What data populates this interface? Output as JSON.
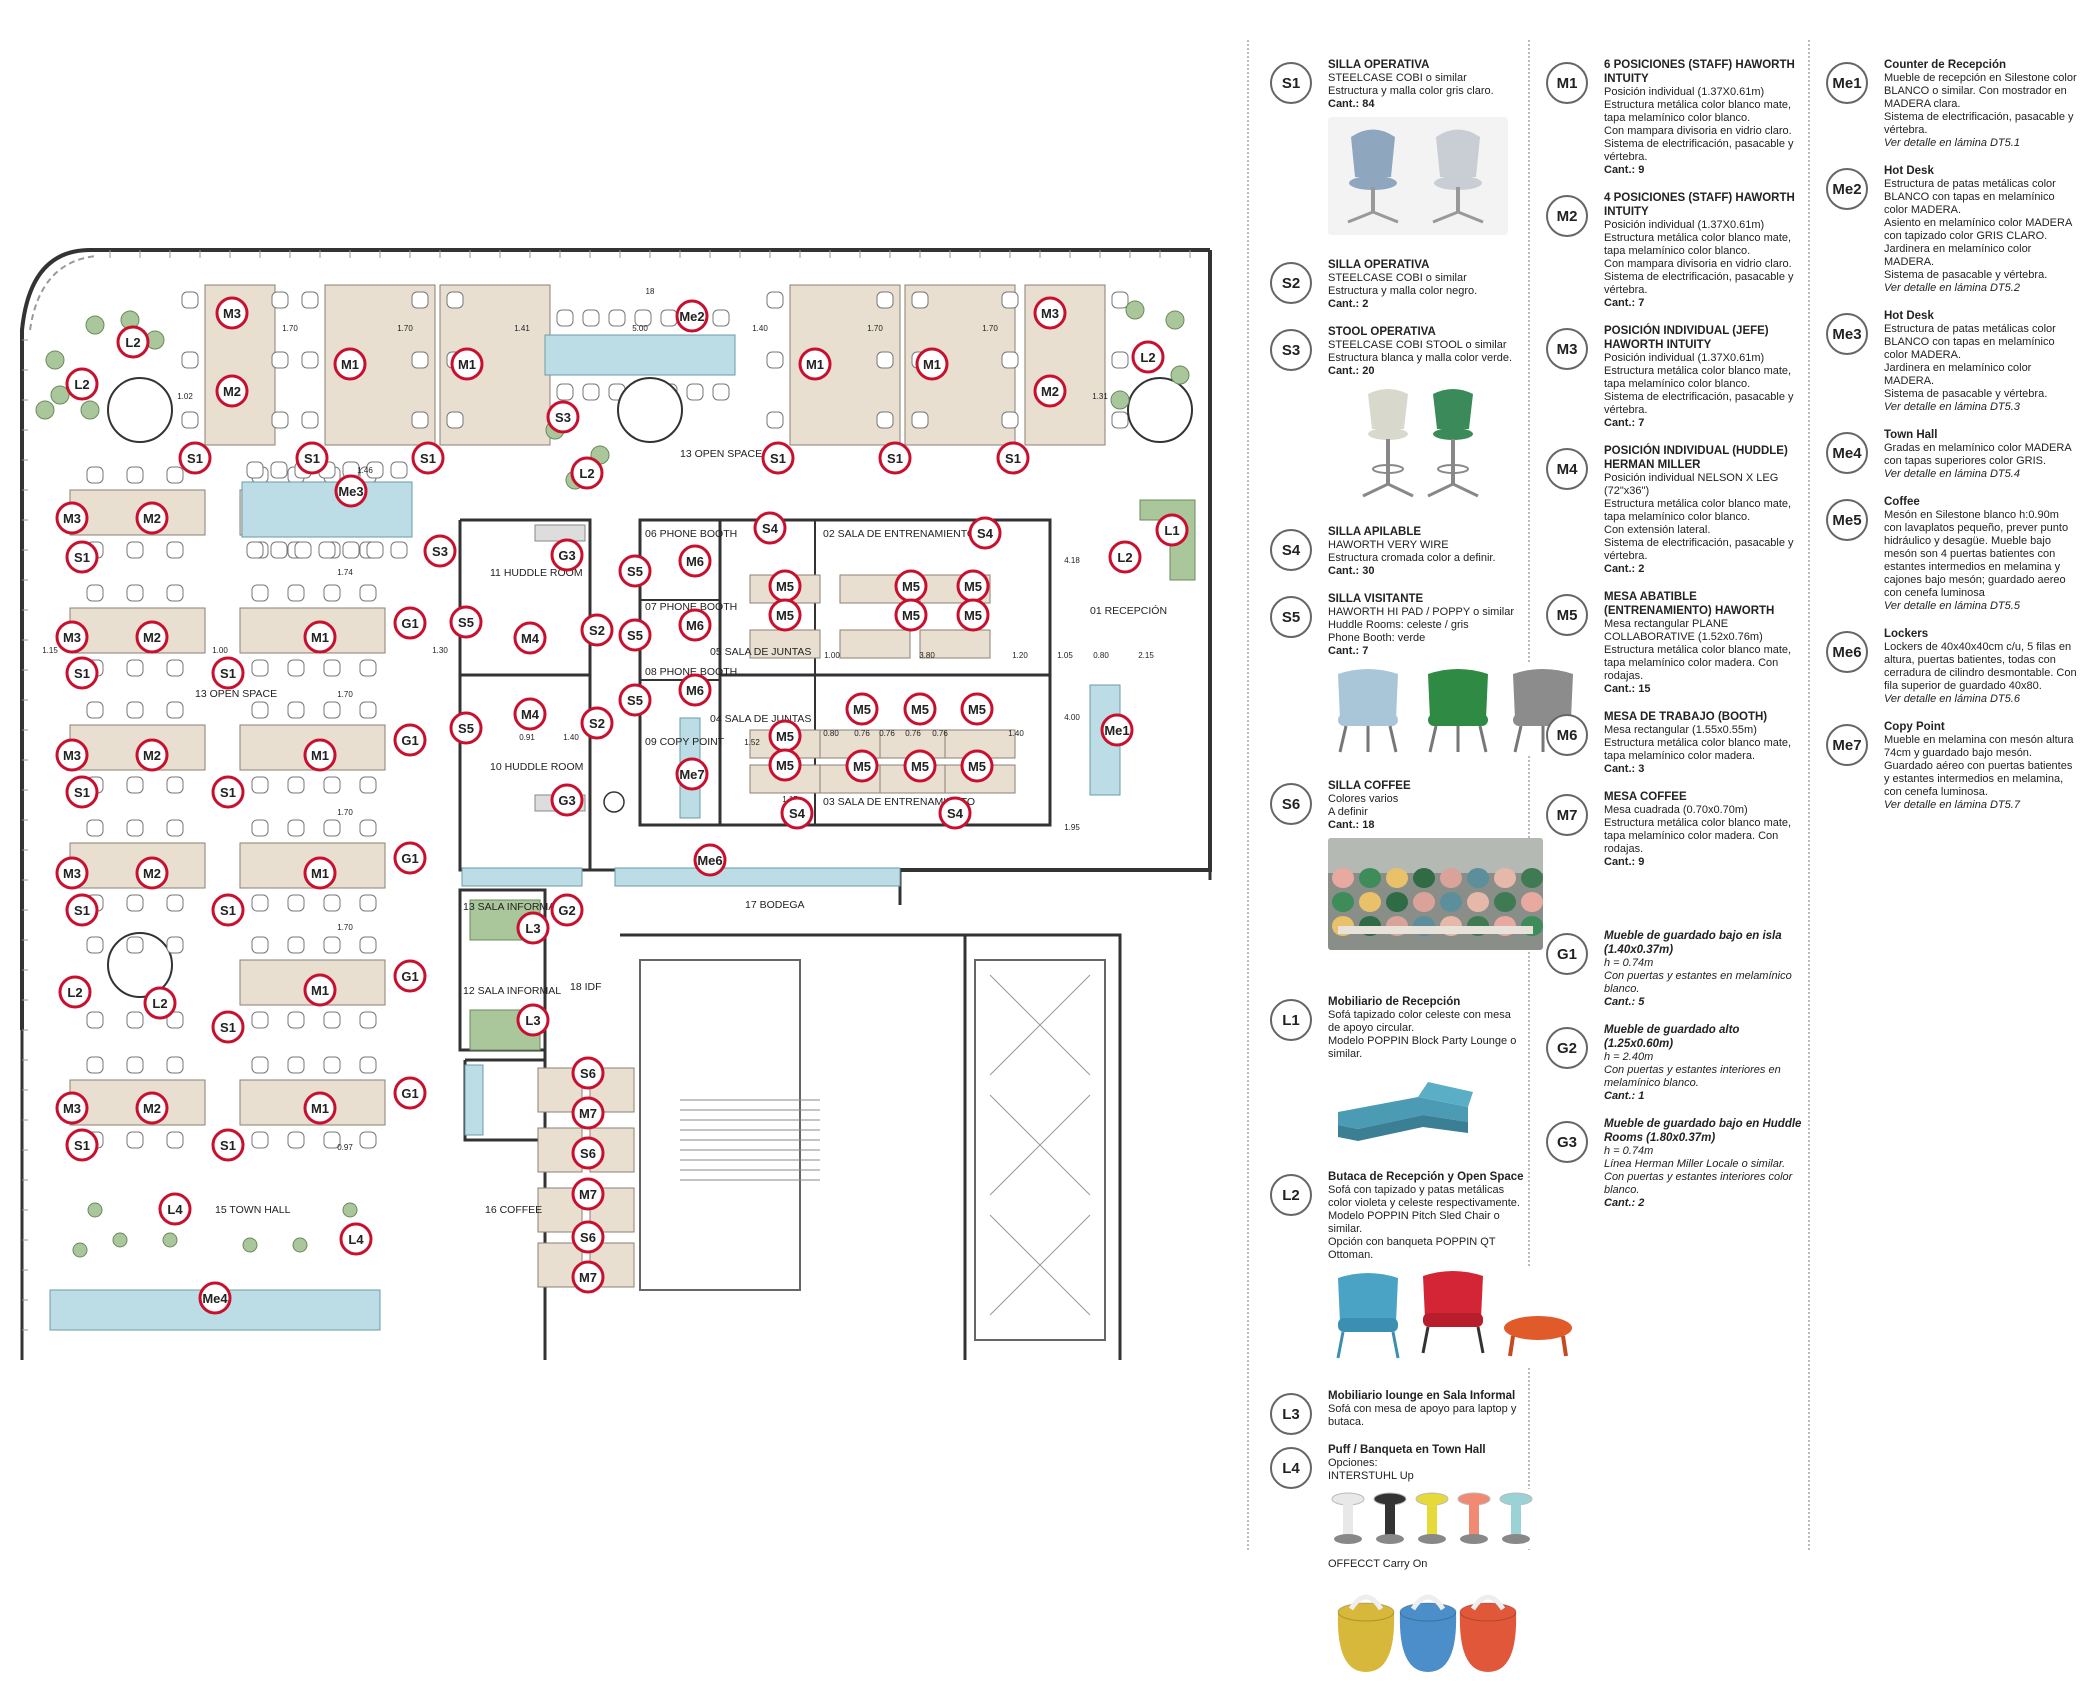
{
  "rooms": [
    {
      "id": "r13a",
      "label": "13 OPEN SPACE"
    },
    {
      "id": "r13b",
      "label": "13 OPEN SPACE"
    },
    {
      "id": "r11",
      "label": "11 HUDDLE ROOM"
    },
    {
      "id": "r10",
      "label": "10 HUDDLE ROOM"
    },
    {
      "id": "r06",
      "label": "06 PHONE BOOTH"
    },
    {
      "id": "r07",
      "label": "07 PHONE BOOTH"
    },
    {
      "id": "r08",
      "label": "08 PHONE BOOTH"
    },
    {
      "id": "r09",
      "label": "09 COPY POINT"
    },
    {
      "id": "r05",
      "label": "05 SALA DE JUNTAS"
    },
    {
      "id": "r04",
      "label": "04 SALA DE JUNTAS"
    },
    {
      "id": "r02",
      "label": "02 SALA DE ENTRENAMIENTO"
    },
    {
      "id": "r03",
      "label": "03 SALA DE ENTRENAMIENTO"
    },
    {
      "id": "r01",
      "label": "01 RECEPCIÓN"
    },
    {
      "id": "r17",
      "label": "17 BODEGA"
    },
    {
      "id": "r13s",
      "label": "13 SALA INFORMAL"
    },
    {
      "id": "r12",
      "label": "12 SALA INFORMAL"
    },
    {
      "id": "r18",
      "label": "18 IDF"
    },
    {
      "id": "r15",
      "label": "15 TOWN HALL"
    },
    {
      "id": "r16",
      "label": "16 COFFEE"
    }
  ],
  "dims": [
    "1.70",
    "1.70",
    "1.41",
    "1.40",
    "1.70",
    "1.70",
    "1.31",
    "1.02",
    "5.00",
    "1.46",
    "1.74",
    "1.00",
    "1.30",
    "1.15",
    "1.70",
    "1.70",
    "1.70",
    "0.97",
    "1.00",
    "3.80",
    "1.20",
    "1.05",
    "0.80",
    "2.15",
    "4.18",
    "4.00",
    "1.95",
    "0.91",
    "1.40",
    "0.80",
    "0.76",
    "0.76",
    "0.76",
    "0.76",
    "1.40",
    "1.52",
    "1.15",
    "18"
  ],
  "legend": {
    "col1": [
      {
        "code": "S1",
        "title": "SILLA OPERATIVA",
        "lines": [
          "STEELCASE COBI o similar",
          "Estructura y malla color gris claro."
        ],
        "qty": "Cant.: 84",
        "image": "chairs-cobi"
      },
      {
        "code": "S2",
        "title": "SILLA OPERATIVA",
        "lines": [
          "STEELCASE COBI o similar",
          "Estructura y malla color negro."
        ],
        "qty": "Cant.: 2"
      },
      {
        "code": "S3",
        "title": "STOOL OPERATIVA",
        "lines": [
          "STEELCASE COBI STOOL o similar",
          "Estructura blanca y malla color verde."
        ],
        "qty": "Cant.: 20",
        "image": "stools-cobi"
      },
      {
        "code": "S4",
        "title": "SILLA APILABLE",
        "lines": [
          "HAWORTH VERY WIRE",
          "Estructura cromada color a definir."
        ],
        "qty": "Cant.: 30"
      },
      {
        "code": "S5",
        "title": "SILLA VISITANTE",
        "lines": [
          "HAWORTH HI PAD / POPPY o similar",
          "Huddle Rooms: celeste / gris",
          "Phone Booth: verde"
        ],
        "qty": "Cant.: 7",
        "image": "visitor-chairs"
      },
      {
        "code": "S6",
        "title": "SILLA COFFEE",
        "lines": [
          "Colores varios",
          "A definir"
        ],
        "qty": "Cant.: 18",
        "image": "coffee-chairs"
      },
      {
        "code": "L1",
        "title": "Mobiliario de Recepción",
        "lines": [
          "Sofá tapizado color celeste con mesa de apoyo circular.",
          "Modelo POPPIN Block Party Lounge o similar."
        ],
        "qty": "",
        "image": "sofa-blue"
      },
      {
        "code": "L2",
        "title": "Butaca de Recepción y Open Space",
        "lines": [
          "Sofá con tapizado y patas metálicas color violeta y celeste respectivamente.",
          "Modelo POPPIN Pitch Sled Chair o similar.",
          "Opción con banqueta POPPIN QT Ottoman."
        ],
        "qty": "",
        "image": "lounge-chairs"
      },
      {
        "code": "L3",
        "title": "Mobiliario lounge en Sala Informal",
        "lines": [
          "Sofá con mesa de apoyo para laptop y butaca."
        ],
        "qty": ""
      },
      {
        "code": "L4",
        "title": "Puff / Banqueta en Town Hall",
        "lines": [
          "Opciones:",
          "INTERSTUHL Up"
        ],
        "qty": "",
        "image": "stools-up",
        "extra": "OFFECCT Carry On",
        "image2": "puffs-carry"
      }
    ],
    "col2": [
      {
        "code": "M1",
        "title": "6 POSICIONES (STAFF) HAWORTH INTUITY",
        "lines": [
          "Posición individual (1.37X0.61m)",
          "Estructura metálica color blanco mate, tapa melamínico color blanco.",
          "Con mampara divisoria en vidrio claro.",
          "Sistema de electrificación, pasacable y vértebra."
        ],
        "qty": "Cant.: 9"
      },
      {
        "code": "M2",
        "title": "4 POSICIONES (STAFF) HAWORTH INTUITY",
        "lines": [
          "Posición individual (1.37X0.61m)",
          "Estructura metálica color blanco mate, tapa melamínico color blanco.",
          "Con mampara divisoria en vidrio claro.",
          "Sistema de electrificación, pasacable y vértebra."
        ],
        "qty": "Cant.: 7"
      },
      {
        "code": "M3",
        "title": "POSICIÓN INDIVIDUAL (JEFE) HAWORTH INTUITY",
        "lines": [
          "Posición individual (1.37X0.61m)",
          "Estructura metálica color blanco mate, tapa melamínico color blanco.",
          "Sistema de electrificación, pasacable y vértebra."
        ],
        "qty": "Cant.: 7"
      },
      {
        "code": "M4",
        "title": "POSICIÓN INDIVIDUAL (HUDDLE) HERMAN MILLER",
        "lines": [
          "Posición individual NELSON X LEG (72\"x36\")",
          "Estructura metálica color blanco mate, tapa melamínico color blanco.",
          "Con extensión lateral.",
          "Sistema de electrificación, pasacable y vértebra."
        ],
        "qty": "Cant.: 2"
      },
      {
        "code": "M5",
        "title": "MESA ABATIBLE (ENTRENAMIENTO) HAWORTH",
        "lines": [
          "Mesa rectangular PLANE COLLABORATIVE (1.52x0.76m)",
          "Estructura metálica color blanco mate, tapa melamínico color madera. Con rodajas."
        ],
        "qty": "Cant.: 15"
      },
      {
        "code": "M6",
        "title": "MESA DE TRABAJO (BOOTH)",
        "lines": [
          "Mesa rectangular (1.55x0.55m)",
          "Estructura metálica color blanco mate, tapa melamínico color madera."
        ],
        "qty": "Cant.: 3"
      },
      {
        "code": "M7",
        "title": "MESA COFFEE",
        "lines": [
          "Mesa cuadrada (0.70x0.70m)",
          "Estructura metálica color blanco mate, tapa melamínico color madera. Con rodajas."
        ],
        "qty": "Cant.: 9"
      },
      {
        "code": "G1",
        "title": "Mueble de guardado bajo en isla (1.40x0.37m)",
        "italic": true,
        "lines": [
          "h = 0.74m",
          "Con puertas y estantes en melamínico blanco."
        ],
        "qty": "Cant.: 5"
      },
      {
        "code": "G2",
        "title": "Mueble de guardado alto (1.25x0.60m)",
        "italic": true,
        "lines": [
          "h = 2.40m",
          "Con puertas y estantes interiores en melamínico blanco."
        ],
        "qty": "Cant.: 1"
      },
      {
        "code": "G3",
        "title": "Mueble de guardado bajo en Huddle Rooms (1.80x0.37m)",
        "italic": true,
        "lines": [
          "h = 0.74m",
          "Línea Herman Miller Locale o similar.",
          "Con puertas y estantes interiores color blanco."
        ],
        "qty": "Cant.: 2"
      }
    ],
    "col3": [
      {
        "code": "Me1",
        "title": "Counter de Recepción",
        "lines": [
          "Mueble de recepción en Silestone color BLANCO o similar. Con mostrador en MADERA clara.",
          "Sistema de electrificación, pasacable y vértebra."
        ],
        "ref": "Ver detalle en lámina DT5.1"
      },
      {
        "code": "Me2",
        "title": "Hot Desk",
        "lines": [
          "Estructura de patas metálicas color BLANCO con tapas en melamínico color MADERA.",
          "Asiento en melamínico color MADERA con tapizado color GRIS CLARO.",
          "Jardinera en melamínico color MADERA.",
          "Sistema de pasacable y vértebra."
        ],
        "ref": "Ver detalle en lámina DT5.2"
      },
      {
        "code": "Me3",
        "title": "Hot Desk",
        "lines": [
          "Estructura de patas metálicas color BLANCO con tapas en melamínico color MADERA.",
          "Jardinera en melamínico color MADERA.",
          "Sistema de pasacable y vértebra."
        ],
        "ref": "Ver detalle en lámina DT5.3"
      },
      {
        "code": "Me4",
        "title": "Town Hall",
        "lines": [
          "Gradas en melamínico color MADERA con tapas superiores color GRIS."
        ],
        "ref": "Ver detalle en lámina DT5.4"
      },
      {
        "code": "Me5",
        "title": "Coffee",
        "lines": [
          "Mesón en Silestone blanco h:0.90m con lavaplatos pequeño, prever punto hidráulico y desagüe. Mueble bajo mesón son 4 puertas batientes con estantes intermedios en melamina y cajones bajo mesón; guardado aereo con cenefa luminosa"
        ],
        "ref": "Ver detalle en lámina DT5.5"
      },
      {
        "code": "Me6",
        "title": "Lockers",
        "lines": [
          "Lockers de 40x40x40cm c/u, 5 filas en altura, puertas batientes, todas con cerradura de cilindro desmontable. Con fila superior de guardado 40x80."
        ],
        "ref": "Ver detalle en lámina DT5.6"
      },
      {
        "code": "Me7",
        "title": "Copy Point",
        "lines": [
          "Mueble en melamina con mesón altura 74cm y guardado bajo mesón. Guardado aéreo con puertas batientes y estantes intermedios en melamina, con cenefa luminosa."
        ],
        "ref": "Ver detalle en lámina DT5.7"
      }
    ]
  },
  "colors": {
    "desk": "#e9dfd0",
    "accent": "#c8102e",
    "hotdesk": "#bcdde5",
    "green": "#a9c79a",
    "wall": "#333333"
  }
}
